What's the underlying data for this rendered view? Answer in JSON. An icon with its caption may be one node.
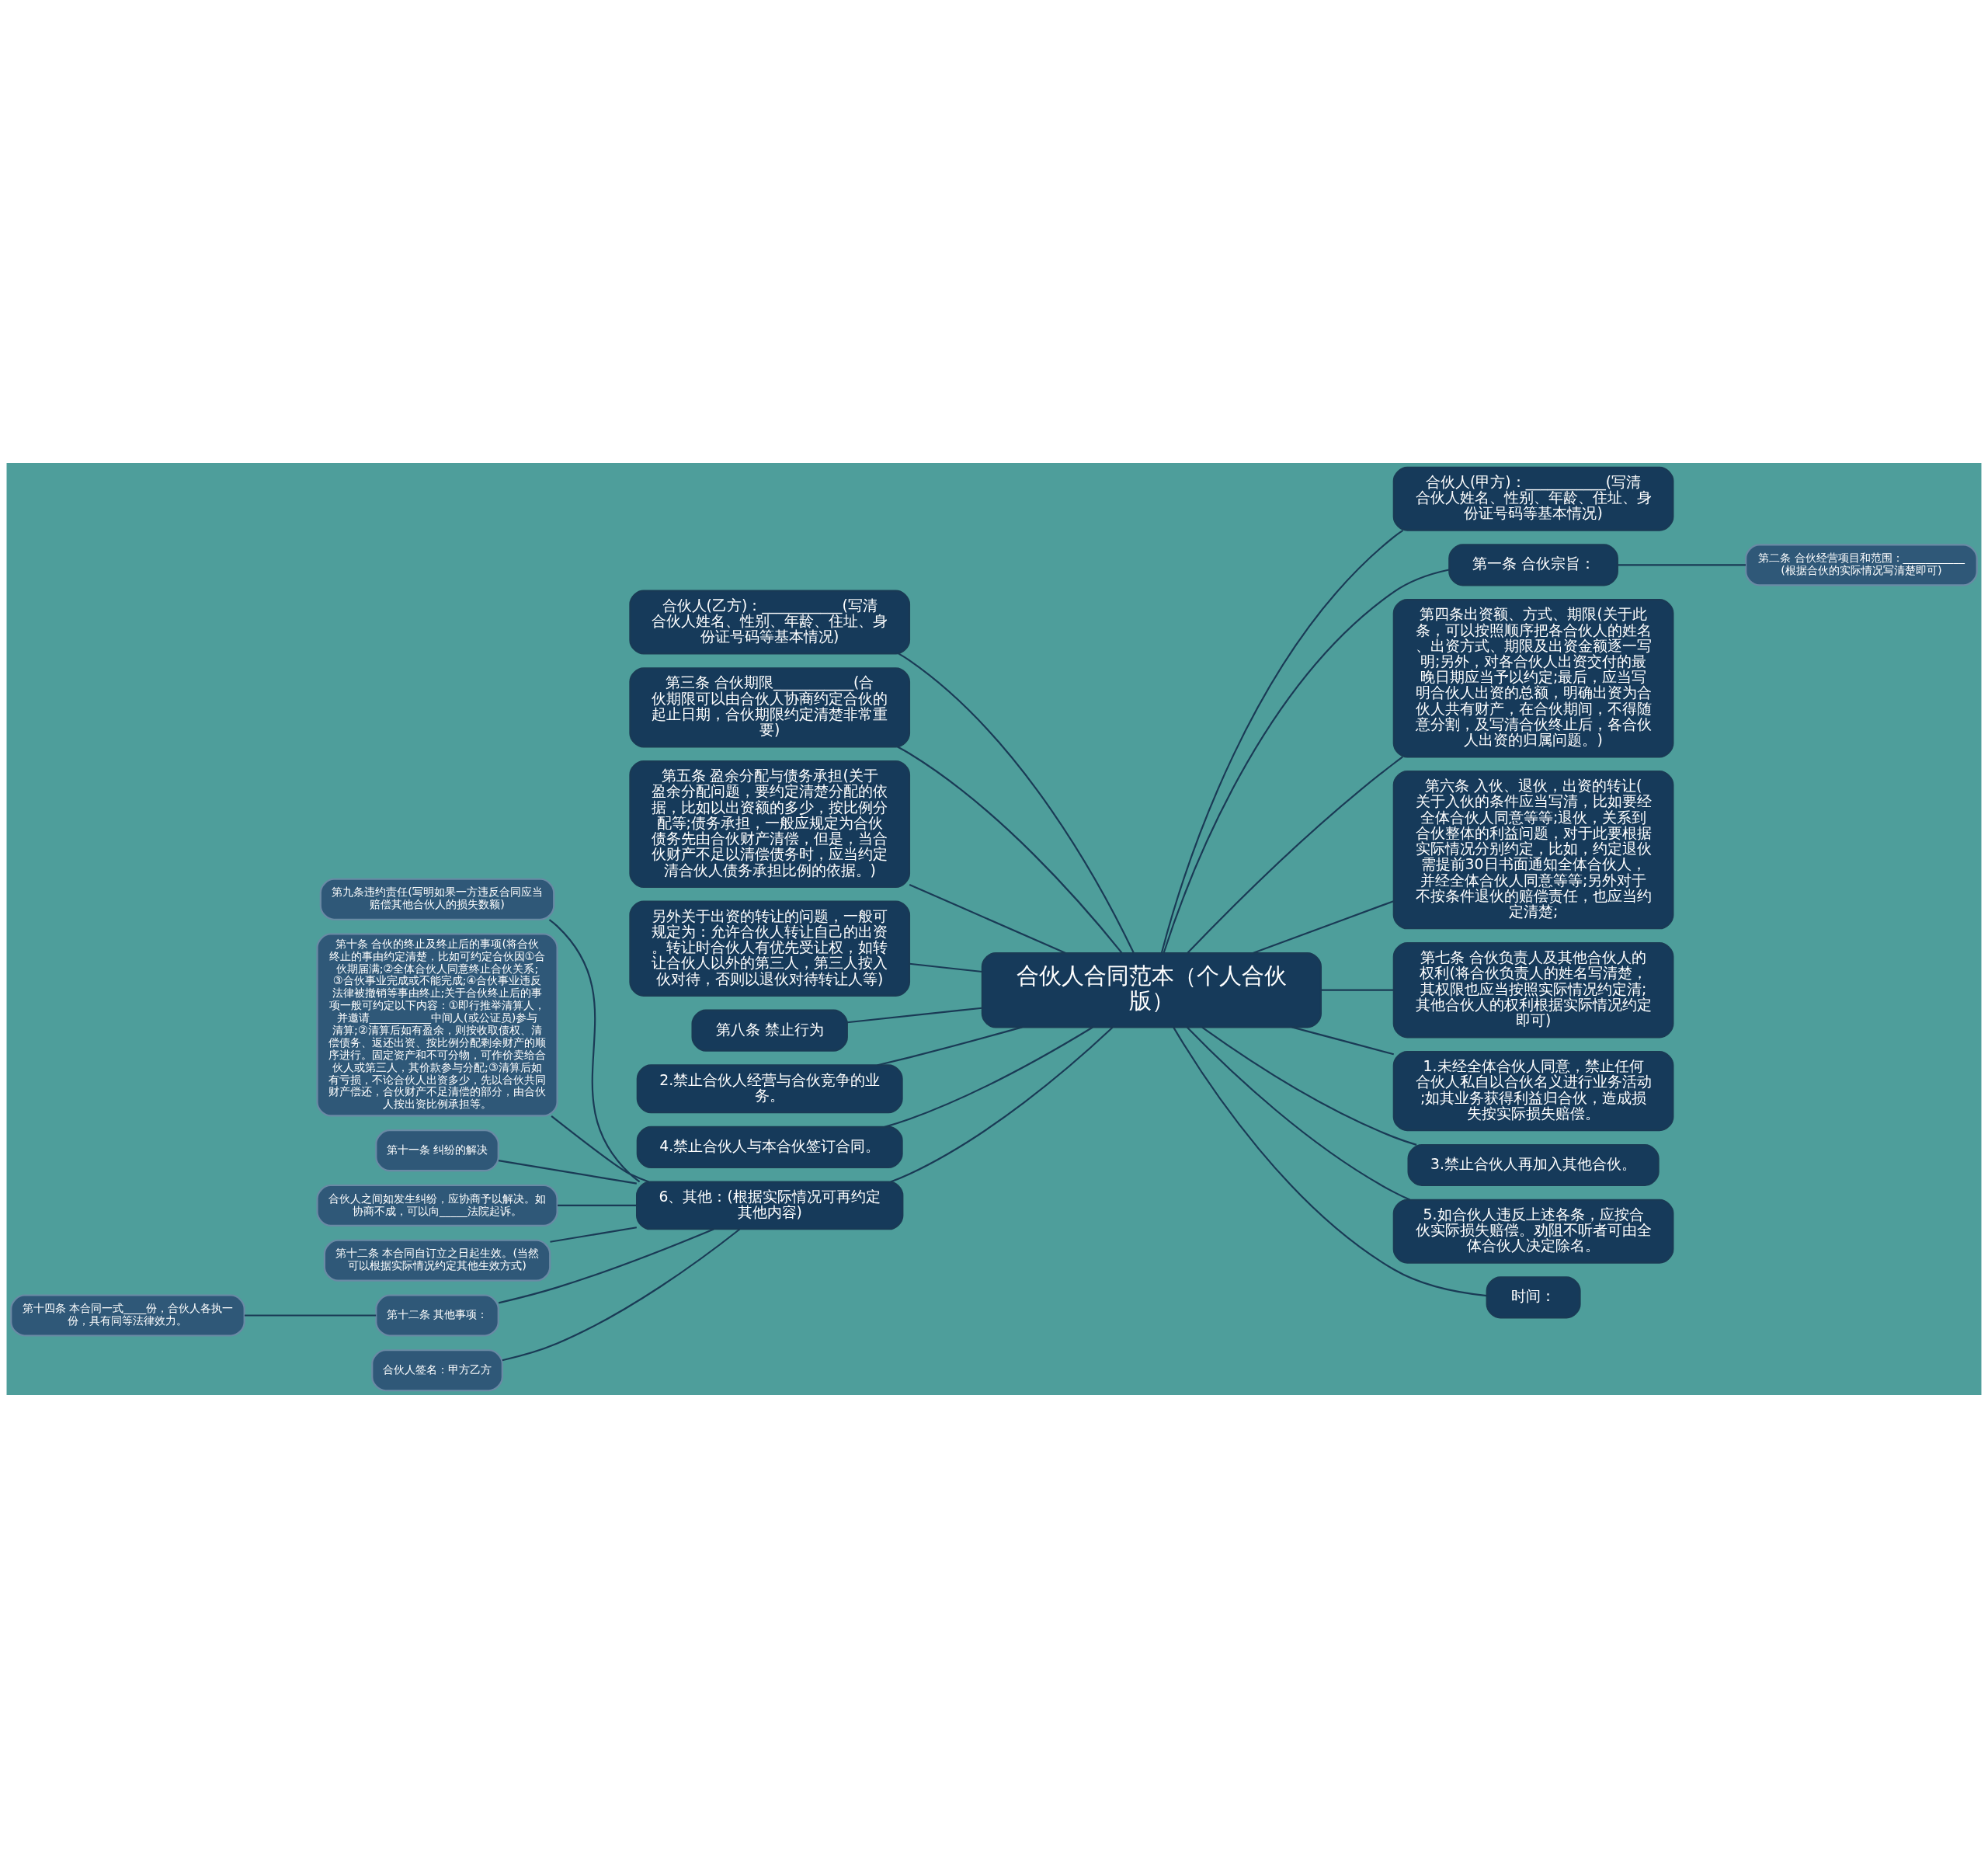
{
  "diagram": {
    "nodes": [
      {
        "text": [
          "合伙人合同范本（个人合伙版）"
        ]
      },
      {
        "text": [
          "合伙人(乙方)：___________(写清合伙人姓名、性别、年龄、住址、身份证号码等基本情况)"
        ]
      },
      {
        "text": [
          "第三条 合伙期限___________(合伙期限可以由合伙人协商约定合伙的起止日期，合伙期限约定清楚非常重要)"
        ]
      },
      {
        "text": [
          "第五条 盈余分配与债务承担(关于盈余分配问题，要约定清楚分配的依据，比如以出资额的多少，按比例分配等;债务承担，一般应规定为合伙债务先由合伙财产清偿，但是，当合伙财产不足以清偿债务时，应当约定清合伙人债务承担比例的依据。)"
        ]
      },
      {
        "text": [
          "另外关于出资的转让的问题，一般可规定为：允许合伙人转让自己的出资。转让时合伙人有优先受让权，如转让合伙人以外的第三人，第三人按入伙对待，否则以退伙对待转让人等)"
        ]
      },
      {
        "text": [
          "第八条 禁止行为"
        ]
      },
      {
        "text": [
          "2.禁止合伙人经营与合伙竞争的业务。"
        ]
      },
      {
        "text": [
          "4.禁止合伙人与本合伙签订合同。"
        ]
      },
      {
        "text": [
          "6、其他：(根据实际情况可再约定其他内容)"
        ]
      },
      {
        "text": [
          "第九条违约责任(写明如果一方违反合同应当赔偿其他合伙人的损失数额)"
        ]
      },
      {
        "text": [
          "第十条 合伙的终止及终止后的事项(将合伙终止的事由约定清楚，比如可约定合伙因①合伙期届满;②全体合伙人同意终止合伙关系;③合伙事业完成或不能完成;④合伙事业违反法律被撤销等事由终止;关于合伙终止后的事项一般可约定以下内容：①即行推举清算人，并邀请___________中间人(或公证员)参与清算;②清算后如有盈余，则按收取债权、清偿债务、返还出资、按比例分配剩余财产的顺序进行。固定资产和不可分物，可作价卖给合伙人或第三人，其价款参与分配;③清算后如有亏损，不论合伙人出资多少，先以合伙共同财产偿还，合伙财产不足清偿的部分，由合伙人按出资比例承担等。"
        ]
      },
      {
        "text": [
          "第十一条 纠纷的解决"
        ]
      },
      {
        "text": [
          "合伙人之间如发生纠纷，应协商予以解决。如协商不成，可以向_____法院起诉。"
        ]
      },
      {
        "text": [
          "第十二条 本合同自订立之日起生效。(当然可以根据实际情况约定其他生效方式)"
        ]
      },
      {
        "text": [
          "第十二条 其他事项："
        ]
      },
      {
        "text": [
          "第十四条 本合同一式____份，合伙人各执一份，具有同等法律效力。"
        ]
      },
      {
        "text": [
          "合伙人签名：甲方乙方"
        ]
      },
      {
        "text": [
          "合伙人(甲方)：___________(写清合伙人姓名、性别、年龄、住址、身份证号码等基本情况)"
        ]
      },
      {
        "text": [
          "第一条 合伙宗旨："
        ]
      },
      {
        "text": [
          "第二条 合伙经营项目和范围：___________(根据合伙的实际情况写清楚即可)"
        ]
      },
      {
        "text": [
          "第四条出资额、方式、期限(关于此条，可以按照顺序把各合伙人的姓名、出资方式、期限及出资金额逐一写明;另外，对各合伙人出资交付的最晚日期应当予以约定;最后，应当写明合伙人出资的总额，明确出资为合伙人共有财产，在合伙期间，不得随意分割，及写清合伙终止后，各合伙人出资的归属问题。)"
        ]
      },
      {
        "text": [
          "第六条 入伙、退伙，出资的转让(关于入伙的条件应当写清，比如要经全体合伙人同意等等;退伙，关系到合伙整体的利益问题，对于此要根据实际情况分别约定，比如，约定退伙需提前30日书面通知全体合伙人，并经全体合伙人同意等等;另外对于不按条件退伙的赔偿责任，也应当约定清楚;"
        ]
      },
      {
        "text": [
          "第七条 合伙负责人及其他合伙人的权利(将合伙负责人的姓名写清楚，其权限也应当按照实际情况约定清;其他合伙人的权利根据实际情况约定即可)"
        ]
      },
      {
        "text": [
          "1.未经全体合伙人同意，禁止任何合伙人私自以合伙名义进行业务活动;如其业务获得利益归合伙，造成损失按实际损失赔偿。"
        ]
      },
      {
        "text": [
          "3.禁止合伙人再加入其他合伙。"
        ]
      },
      {
        "text": [
          "5.如合伙人违反上述各条，应按合伙实际损失赔偿。劝阻不听者可由全体合伙人决定除名。"
        ]
      },
      {
        "text": [
          "时间："
        ]
      }
    ],
    "edges": [
      {
        "from": 0,
        "to": 1,
        "arrow": "none"
      },
      {
        "from": 0,
        "to": 2,
        "arrow": "none"
      },
      {
        "from": 0,
        "to": 3,
        "arrow": "none"
      },
      {
        "from": 0,
        "to": 4,
        "arrow": "none"
      },
      {
        "from": 0,
        "to": 5,
        "arrow": "none"
      },
      {
        "from": 0,
        "to": 6,
        "arrow": "none"
      },
      {
        "from": 0,
        "to": 7,
        "arrow": "none"
      },
      {
        "from": 0,
        "to": 8,
        "arrow": "none"
      },
      {
        "from": 8,
        "to": 9,
        "arrow": "none"
      },
      {
        "from": 8,
        "to": 10,
        "arrow": "none"
      },
      {
        "from": 8,
        "to": 11,
        "arrow": "none"
      },
      {
        "from": 8,
        "to": 12,
        "arrow": "none"
      },
      {
        "from": 8,
        "to": 13,
        "arrow": "none"
      },
      {
        "from": 8,
        "to": 14,
        "arrow": "none"
      },
      {
        "from": 14,
        "to": 15,
        "arrow": "none"
      },
      {
        "from": 8,
        "to": 16,
        "arrow": "none"
      },
      {
        "from": 0,
        "to": 17,
        "arrow": "none"
      },
      {
        "from": 0,
        "to": 18,
        "arrow": "none"
      },
      {
        "from": 18,
        "to": 19,
        "arrow": "none"
      },
      {
        "from": 0,
        "to": 20,
        "arrow": "none"
      },
      {
        "from": 0,
        "to": 21,
        "arrow": "none"
      },
      {
        "from": 0,
        "to": 22,
        "arrow": "none"
      },
      {
        "from": 0,
        "to": 23,
        "arrow": "none"
      },
      {
        "from": 0,
        "to": 24,
        "arrow": "none"
      },
      {
        "from": 0,
        "to": 25,
        "arrow": "none"
      },
      {
        "from": 0,
        "to": 26,
        "arrow": "none"
      }
    ]
  }
}
